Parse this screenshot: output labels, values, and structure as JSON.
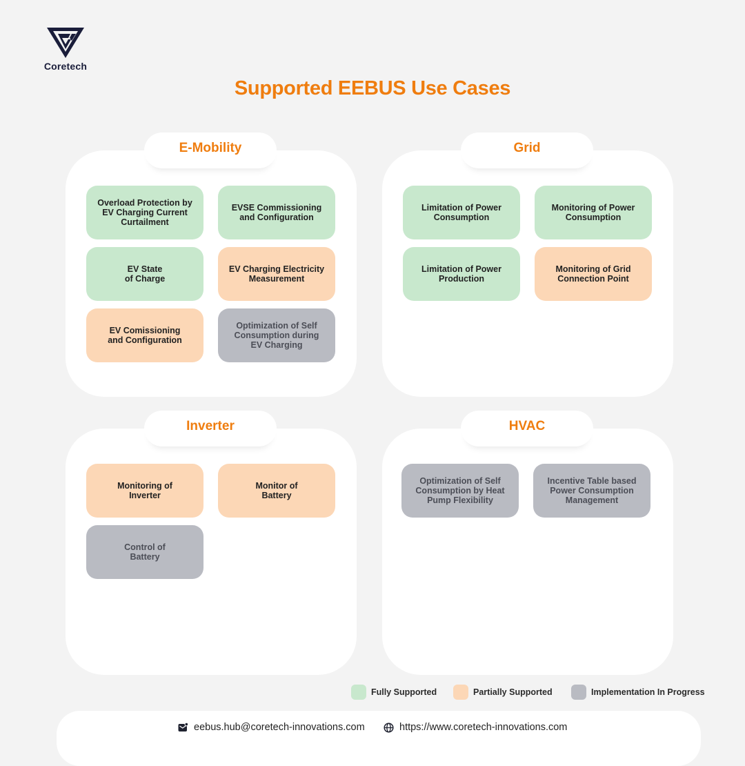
{
  "brand": {
    "name": "Coretech"
  },
  "title": "Supported EEBUS Use Cases",
  "colors": {
    "accent": "#ef7d0f",
    "full": "#c8e8cd",
    "partial": "#fcd7b6",
    "progress": "#b9bbc2"
  },
  "panels": {
    "emobility": {
      "title": "E-Mobility",
      "cards": [
        {
          "label": "Overload Protection by\nEV Charging Current\nCurtailment",
          "status": "full"
        },
        {
          "label": "EVSE Commissioning\nand Configuration",
          "status": "full"
        },
        {
          "label": "EV State\nof Charge",
          "status": "full"
        },
        {
          "label": "EV Charging Electricity\nMeasurement",
          "status": "partial"
        },
        {
          "label": "EV Comissioning\nand Configuration",
          "status": "partial"
        },
        {
          "label": "Optimization of Self\nConsumption during\nEV Charging",
          "status": "progress"
        }
      ]
    },
    "grid": {
      "title": "Grid",
      "cards": [
        {
          "label": "Limitation of Power\nConsumption",
          "status": "full"
        },
        {
          "label": "Monitoring of Power\nConsumption",
          "status": "full"
        },
        {
          "label": "Limitation of Power\nProduction",
          "status": "full"
        },
        {
          "label": "Monitoring of Grid\nConnection Point",
          "status": "partial"
        }
      ]
    },
    "inverter": {
      "title": "Inverter",
      "cards": [
        {
          "label": "Monitoring of\nInverter",
          "status": "partial"
        },
        {
          "label": "Monitor of\nBattery",
          "status": "partial"
        },
        {
          "label": "Control of\nBattery",
          "status": "progress"
        }
      ]
    },
    "hvac": {
      "title": "HVAC",
      "cards": [
        {
          "label": "Optimization of Self\nConsumption by Heat\nPump Flexibility",
          "status": "progress"
        },
        {
          "label": "Incentive Table based\nPower Consumption\nManagement",
          "status": "progress"
        }
      ]
    }
  },
  "legend": {
    "full": "Fully Supported",
    "partial": "Partially Supported",
    "progress": "Implementation In Progress"
  },
  "footer": {
    "email": "eebus.hub@coretech-innovations.com",
    "website": "https://www.coretech-innovations.com"
  }
}
